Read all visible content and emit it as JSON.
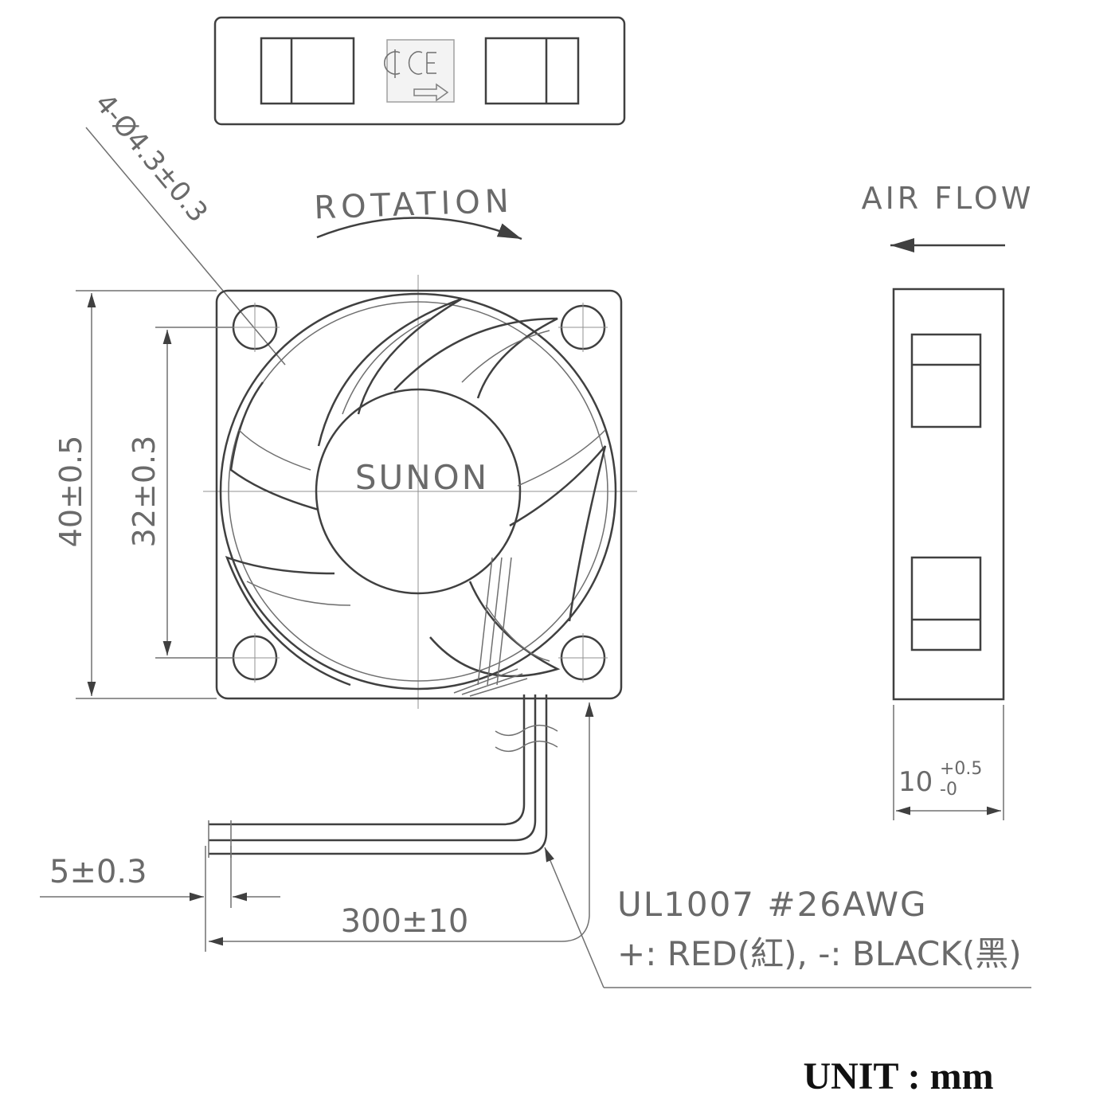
{
  "labels": {
    "hole_spec": "4-Ø4.3±0.3",
    "rotation": "ROTATION",
    "air_flow": "AIR FLOW",
    "brand": "SUNON",
    "dim_outer": "40±0.5",
    "dim_hole_pitch": "32±0.3",
    "dim_thickness_main": "10",
    "dim_thickness_upper": "+0.5",
    "dim_thickness_lower": "-0",
    "dim_strip": "5±0.3",
    "dim_lead_length": "300±10",
    "wire_spec": "UL1007  #26AWG",
    "wire_colors": "+: RED(紅), -: BLACK(黑)",
    "unit": "UNIT : mm"
  },
  "icons": [
    "certification-mark-icon",
    "arrow-right-icon"
  ],
  "colors": {
    "line": "#404040",
    "text": "#6a6a6a",
    "unit_text": "#111111"
  }
}
